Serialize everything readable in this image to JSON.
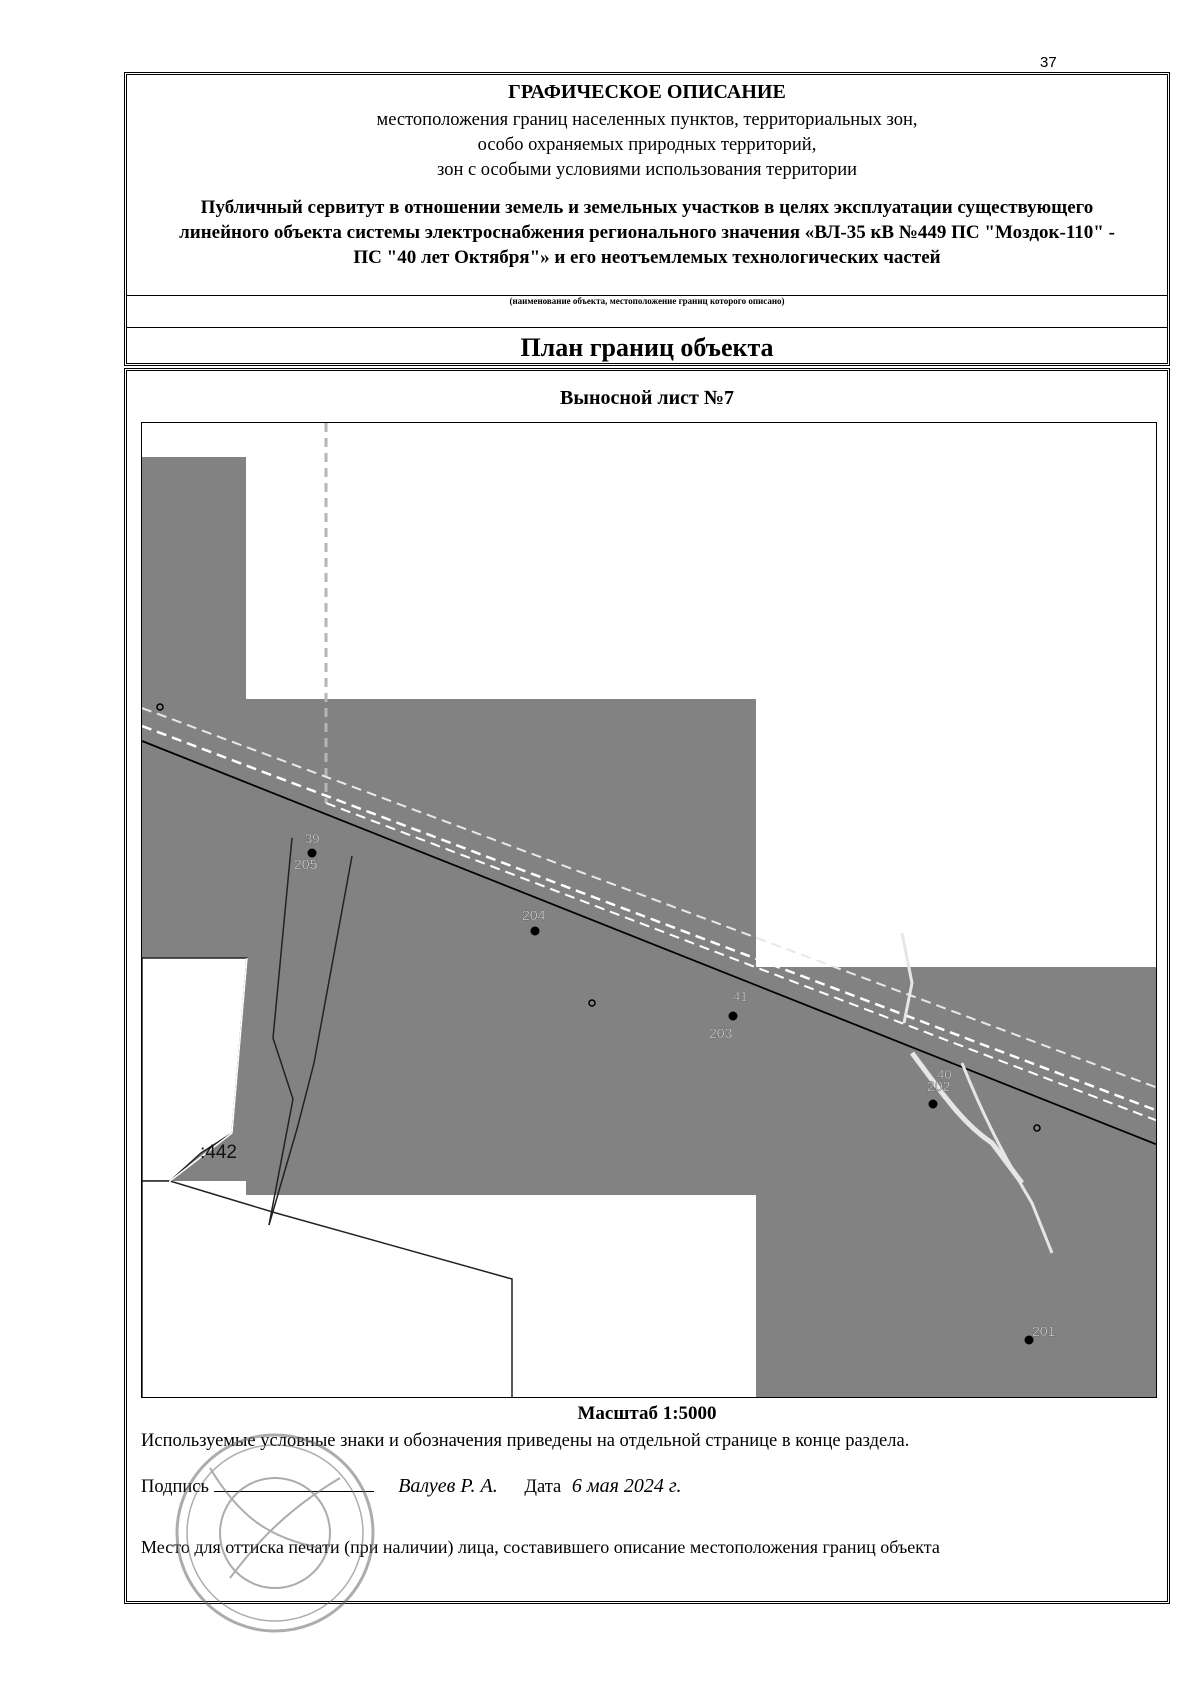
{
  "page_number": "37",
  "header": {
    "title": "ГРАФИЧЕСКОЕ ОПИСАНИЕ",
    "subtitle_lines": [
      "местоположения границ населенных пунктов, территориальных зон,",
      "особо охраняемых природных территорий,",
      "зон с особыми условиями использования территории"
    ],
    "object_name": "Публичный сервитут в отношении земель и земельных участков в целях эксплуатации существующего линейного объекта системы электроснабжения регионального значения «ВЛ-35 кВ №449  ПС \"Моздок-110\" - ПС \"40 лет Октября\"» и его неотъемлемых технологических частей",
    "object_caption": "(наименование объекта, местоположение границ которого описано)",
    "plan_title": "План границ объекта"
  },
  "sheet": {
    "title": "Выносной лист №7",
    "map_labels": {
      "parcel": ":442",
      "points": [
        "205",
        "204",
        "203",
        "202",
        "201"
      ],
      "blocks": [
        "39",
        "41",
        "40"
      ]
    },
    "scale": "Масштаб 1:5000",
    "legend_note": "Используемые условные знаки и обозначения приведены на отдельной странице в конце раздела.",
    "signature_label": "Подпись",
    "signer": "Валуев Р. А.",
    "date_label": "Дата",
    "date_value": "6 мая 2024 г.",
    "seal_note": "Место для оттиска печати (при наличии) лица, составившего описание местоположения границ объекта"
  },
  "colors": {
    "zone_fill": "#828282",
    "line_black": "#000000",
    "dashed_white": "#ffffff",
    "dashed_gray": "#b5b5b5"
  }
}
